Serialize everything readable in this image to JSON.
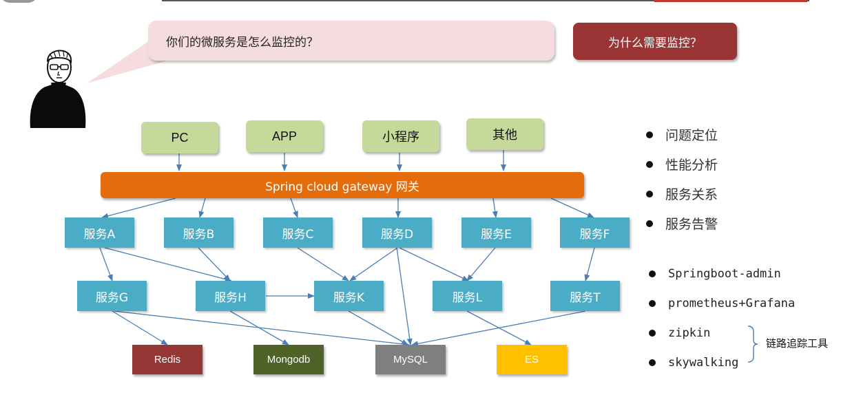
{
  "bubble": {
    "text": "你们的微服务是怎么监控的？"
  },
  "why_button": {
    "label": "为什么需要监控？"
  },
  "clients": [
    "PC",
    "APP",
    "小程序",
    "其他"
  ],
  "gateway": {
    "label": "Spring cloud gateway 网关"
  },
  "services_row1": [
    "服务A",
    "服务B",
    "服务C",
    "服务D",
    "服务E",
    "服务F"
  ],
  "services_row2": [
    "服务G",
    "服务H",
    "服务K",
    "服务L",
    "服务T"
  ],
  "stores": [
    {
      "label": "Redis",
      "color": "#953735"
    },
    {
      "label": "Mongodb",
      "color": "#4f6228"
    },
    {
      "label": "MySQL",
      "color": "#7f7f7f"
    },
    {
      "label": "ES",
      "color": "#ffc000"
    }
  ],
  "bullets": [
    "问题定位",
    "性能分析",
    "服务关系",
    "服务告警"
  ],
  "tools": [
    "Springboot-admin",
    "prometheus+Grafana",
    "zipkin",
    "skywalking"
  ],
  "trace_label": "链路追踪工具",
  "colors": {
    "client": "#c5d99b",
    "gateway": "#e46c0a",
    "service": "#4bacc6",
    "arrow": "#4a7eb5"
  }
}
